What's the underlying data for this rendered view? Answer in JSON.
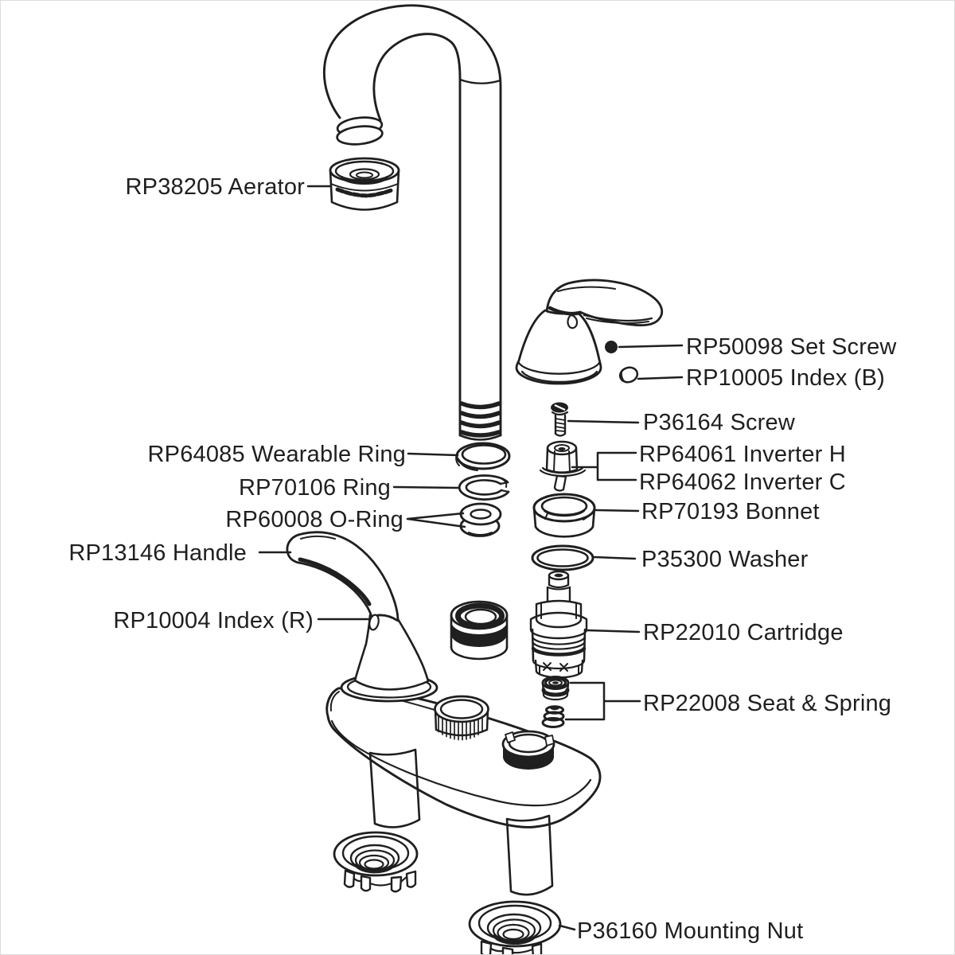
{
  "diagram": {
    "kind": "exploded parts diagram",
    "subject": "two-handle centerset faucet repair parts",
    "line_color": "#1f1f1f",
    "text_color": "#1f1f1f",
    "background": "#ffffff"
  },
  "labels": [
    {
      "id": "aerator",
      "part_number": "RP38205",
      "part_name": "Aerator",
      "text": "RP38205 Aerator"
    },
    {
      "id": "set-screw",
      "part_number": "RP50098",
      "part_name": "Set Screw",
      "text": "RP50098 Set Screw"
    },
    {
      "id": "index-b",
      "part_number": "RP10005",
      "part_name": "Index (B)",
      "text": "RP10005 Index (B)"
    },
    {
      "id": "screw",
      "part_number": "P36164",
      "part_name": "Screw",
      "text": "P36164 Screw"
    },
    {
      "id": "inverter-h",
      "part_number": "RP64061",
      "part_name": "Inverter H",
      "text": "RP64061 Inverter H"
    },
    {
      "id": "inverter-c",
      "part_number": "RP64062",
      "part_name": "Inverter C",
      "text": "RP64062 Inverter C"
    },
    {
      "id": "bonnet",
      "part_number": "RP70193",
      "part_name": "Bonnet",
      "text": "RP70193 Bonnet"
    },
    {
      "id": "wearable-ring",
      "part_number": "RP64085",
      "part_name": "Wearable Ring",
      "text": "RP64085 Wearable Ring"
    },
    {
      "id": "ring",
      "part_number": "RP70106",
      "part_name": "Ring",
      "text": "RP70106 Ring"
    },
    {
      "id": "o-ring",
      "part_number": "RP60008",
      "part_name": "O-Ring",
      "text": "RP60008 O-Ring"
    },
    {
      "id": "handle",
      "part_number": "RP13146",
      "part_name": "Handle",
      "text": "RP13146 Handle"
    },
    {
      "id": "index-r",
      "part_number": "RP10004",
      "part_name": "Index (R)",
      "text": "RP10004 Index (R)"
    },
    {
      "id": "washer",
      "part_number": "P35300",
      "part_name": "Washer",
      "text": "P35300 Washer"
    },
    {
      "id": "cartridge",
      "part_number": "RP22010",
      "part_name": "Cartridge",
      "text": "RP22010 Cartridge"
    },
    {
      "id": "seat-spring",
      "part_number": "RP22008",
      "part_name": "Seat & Spring",
      "text": "RP22008 Seat & Spring"
    },
    {
      "id": "mounting-nut",
      "part_number": "P36160",
      "part_name": "Mounting Nut",
      "text": "P36160 Mounting Nut"
    }
  ],
  "parts_illustrated": [
    "gooseneck-spout",
    "aerator",
    "handle-assembly",
    "set-screw",
    "index-b-button",
    "screw",
    "inverter",
    "bonnet",
    "washer",
    "cartridge",
    "seat",
    "spring",
    "wearable-ring",
    "retaining-ring",
    "o-rings",
    "lever-handle",
    "trim-ring",
    "faucet-body",
    "threaded-shank-left",
    "threaded-shank-right",
    "mounting-nut-left",
    "mounting-nut-bottom"
  ]
}
